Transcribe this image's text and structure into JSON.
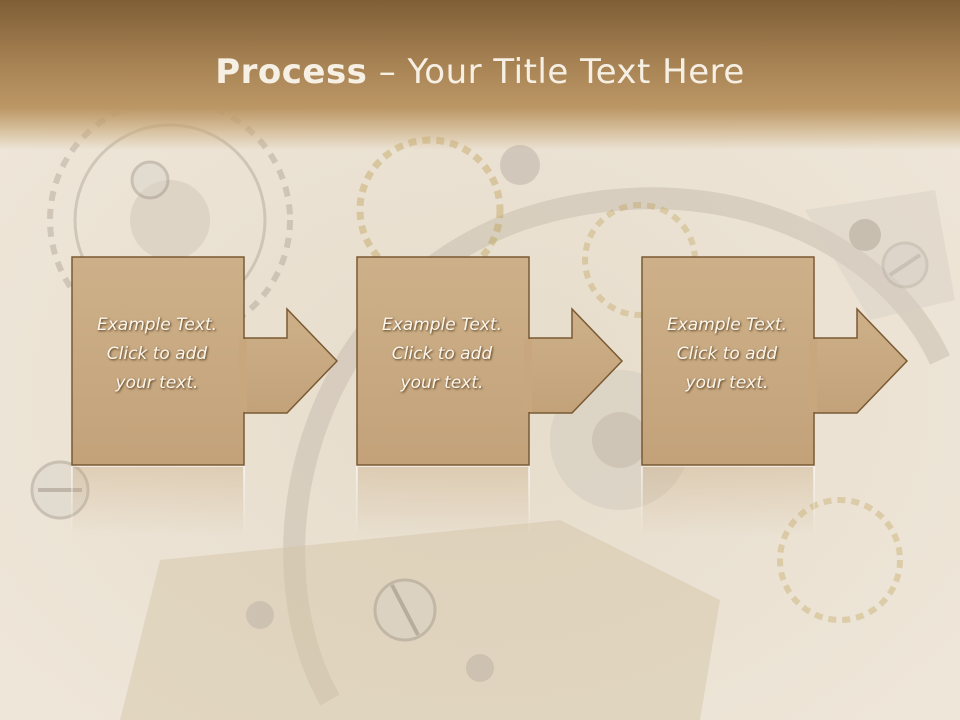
{
  "slide": {
    "title_bold": "Process",
    "title_rest": " – Your Title Text Here"
  },
  "steps": [
    {
      "lines": [
        "Example Text.",
        "Click  to add",
        "your text."
      ]
    },
    {
      "lines": [
        "Example Text.",
        "Click  to add",
        "your text."
      ]
    },
    {
      "lines": [
        "Example Text.",
        "Click  to add",
        "your text."
      ]
    }
  ],
  "colors": {
    "header_dark": "#7f5e36",
    "header_light": "#bc9766",
    "box_fill": "#c9a97f",
    "box_border": "#7a5a33",
    "text_light": "#fbf6ec",
    "background": "#efe6d7"
  },
  "background_image": "watch-mechanism-gears"
}
